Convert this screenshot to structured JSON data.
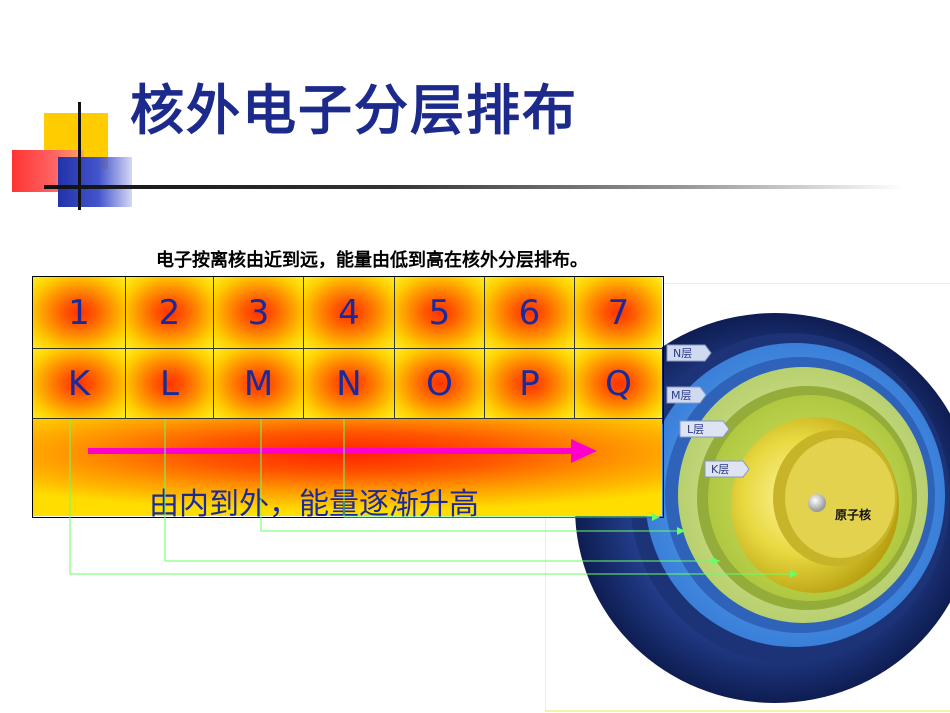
{
  "slide": {
    "title": "核外电子分层排布",
    "subtitle": "电子按离核由近到远，能量由低到高在核外分层排布。"
  },
  "table": {
    "numbers": [
      "1",
      "2",
      "3",
      "4",
      "5",
      "6",
      "7"
    ],
    "letters": [
      "K",
      "L",
      "M",
      "N",
      "O",
      "P",
      "Q"
    ],
    "arrow_caption": "由内到外，能量逐渐升高"
  },
  "atom_diagram": {
    "shell_labels": [
      "N层",
      "M层",
      "L层",
      "K层"
    ],
    "nucleus_label": "原子核"
  },
  "colors": {
    "title": "#1c2a8c",
    "arrow": "#ff00cc",
    "connector": "#66ff66",
    "frame": "#f5e05a"
  }
}
